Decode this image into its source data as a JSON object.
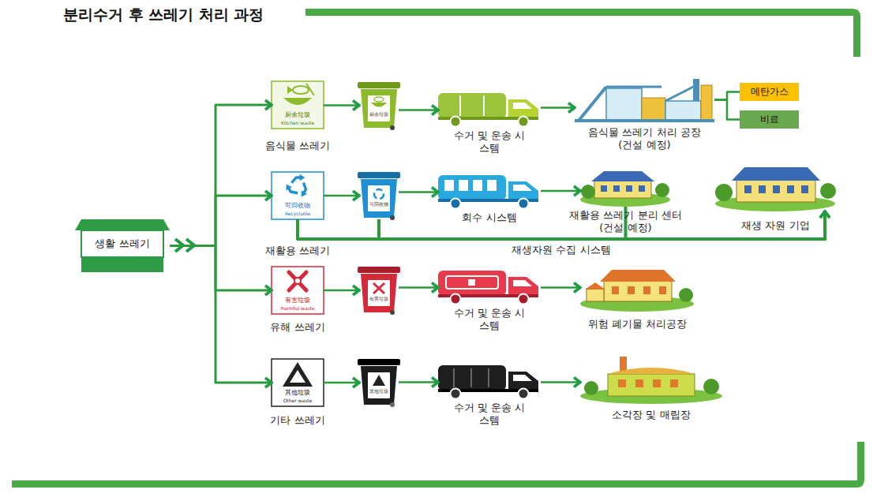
{
  "diagram": {
    "title": "분리수거 후 쓰레기 처리 과정",
    "nodes": [
      {
        "text": [
          "생활 쓰레기"
        ]
      },
      {
        "text": [
          "厨余垃圾",
          "Kitchen waste",
          "음식물 쓰레기"
        ]
      },
      {
        "text": [
          "厨余垃圾"
        ]
      },
      {
        "text": [
          "수거 및 운송 시스템"
        ]
      },
      {
        "text": [
          "음식물 쓰레기 처리 공장 (건설 예정)"
        ]
      },
      {
        "text": [
          "메탄가스"
        ]
      },
      {
        "text": [
          "비료"
        ]
      },
      {
        "text": [
          "可回收物",
          "Recyclable",
          "재활용 쓰레기"
        ]
      },
      {
        "text": [
          "可回收物"
        ]
      },
      {
        "text": [
          "회수 시스템"
        ]
      },
      {
        "text": [
          "재활용 쓰레기 분리 센터 (건설 예정)"
        ]
      },
      {
        "text": [
          "재생 자원 기업"
        ]
      },
      {
        "text": [
          "有害垃圾",
          "Harmful waste",
          "유해 쓰레기"
        ]
      },
      {
        "text": [
          "有害垃圾"
        ]
      },
      {
        "text": [
          "수거 및 운송 시스템"
        ]
      },
      {
        "text": [
          "위험 폐기물 처리공장"
        ]
      },
      {
        "text": [
          "其他垃圾",
          "Other waste",
          "기타 쓰레기"
        ]
      },
      {
        "text": [
          "其他垃圾"
        ]
      },
      {
        "text": [
          "수거 및 운송 시스템"
        ]
      },
      {
        "text": [
          "소각장 및 매립장"
        ]
      }
    ],
    "edges": [
      {
        "from": 0,
        "to": 1,
        "arrow": "to"
      },
      {
        "from": 0,
        "to": 7,
        "arrow": "to"
      },
      {
        "from": 0,
        "to": 12,
        "arrow": "to"
      },
      {
        "from": 0,
        "to": 16,
        "arrow": "to"
      },
      {
        "from": 1,
        "to": 2,
        "arrow": "to"
      },
      {
        "from": 2,
        "to": 3,
        "arrow": "to"
      },
      {
        "from": 3,
        "to": 4,
        "arrow": "to"
      },
      {
        "from": 4,
        "to": 5,
        "arrow": "none"
      },
      {
        "from": 4,
        "to": 6,
        "arrow": "none"
      },
      {
        "from": 7,
        "to": 8,
        "arrow": "to"
      },
      {
        "from": 8,
        "to": 9,
        "arrow": "to"
      },
      {
        "from": 9,
        "to": 10,
        "arrow": "to"
      },
      {
        "from": 10,
        "to": 11,
        "arrow": "to"
      },
      {
        "from": 7,
        "to": 11,
        "label": "재생자원 수집 시스템",
        "arrow": "to"
      },
      {
        "from": 8,
        "to": 11,
        "arrow": "to"
      },
      {
        "from": 12,
        "to": 13,
        "arrow": "to"
      },
      {
        "from": 13,
        "to": 14,
        "arrow": "to"
      },
      {
        "from": 14,
        "to": 15,
        "arrow": "to"
      },
      {
        "from": 16,
        "to": 17,
        "arrow": "to"
      },
      {
        "from": 17,
        "to": 18,
        "arrow": "to"
      },
      {
        "from": 18,
        "to": 19,
        "arrow": "to"
      }
    ]
  }
}
